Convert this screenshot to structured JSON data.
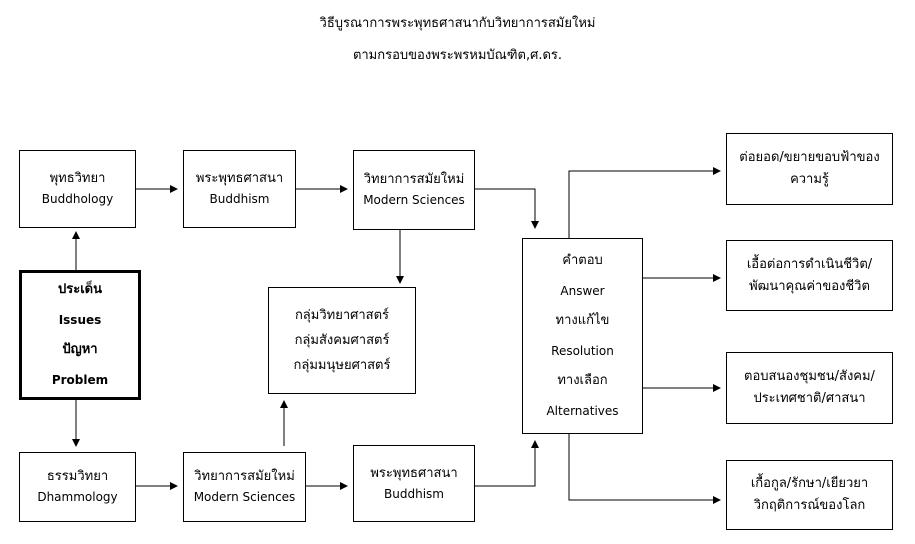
{
  "title": {
    "line1": "วิธีบูรณาการพระพุทธศาสนากับวิทยาการสมัยใหม่",
    "line2": "ตามกรอบของพระพรหมบัณฑิต,ศ.ดร."
  },
  "boxes": {
    "buddhology": {
      "th": "พุทธวิทยา",
      "en": "Buddhology"
    },
    "buddhism_top": {
      "th": "พระพุทธศาสนา",
      "en": "Buddhism"
    },
    "sciences_top": {
      "th": "วิทยาการสมัยใหม่",
      "en": "Modern Sciences"
    },
    "issues": {
      "th1": "ประเด็น",
      "en1": "Issues",
      "th2": "ปัญหา",
      "en2": "Problem"
    },
    "groups": {
      "l1": "กลุ่มวิทยาศาสตร์",
      "l2": "กลุ่มสังคมศาสตร์",
      "l3": "กลุ่มมนุษยศาสตร์"
    },
    "dhammology": {
      "th": "ธรรมวิทยา",
      "en": "Dhammology"
    },
    "sciences_bottom": {
      "th": "วิทยาการสมัยใหม่",
      "en": "Modern Sciences"
    },
    "buddhism_bottom": {
      "th": "พระพุทธศาสนา",
      "en": "Buddhism"
    },
    "answer": {
      "l1": "คำตอบ",
      "l2": "Answer",
      "l3": "ทางแก้ไข",
      "l4": "Resolution",
      "l5": "ทางเลือก",
      "l6": "Alternatives"
    },
    "result1": {
      "l1": "ต่อยอด/ขยายขอบฟ้าของ",
      "l2": "ความรู้"
    },
    "result2": {
      "l1": "เอื้อต่อการดำเนินชีวิต/",
      "l2": "พัฒนาคุณค่าของชีวิต"
    },
    "result3": {
      "l1": "ตอบสนองชุมชน/สังคม/",
      "l2": "ประเทศชาติ/ศาสนา"
    },
    "result4": {
      "l1": "เกื้อกูล/รักษา/เยียวยา",
      "l2": "วิกฤติการณ์ของโลก"
    }
  }
}
